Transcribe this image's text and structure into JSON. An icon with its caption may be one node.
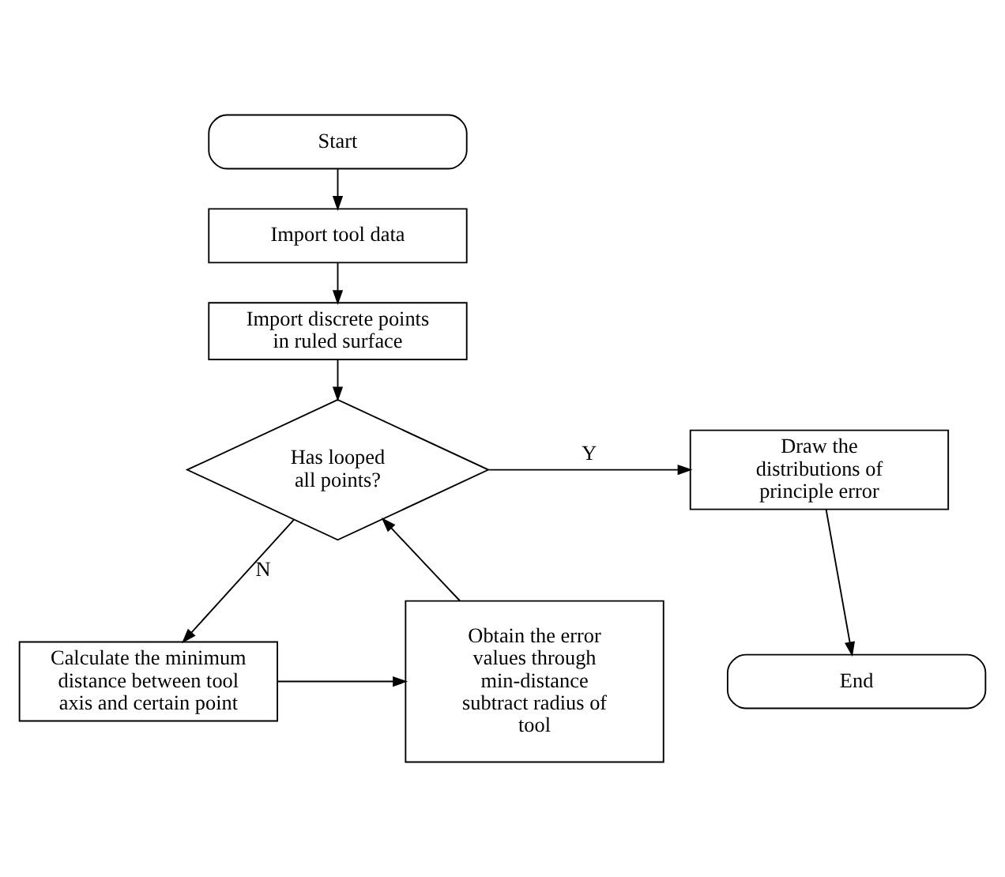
{
  "diagram": {
    "nodes": [
      {
        "text": [
          "Start"
        ]
      },
      {
        "text": [
          "Import tool data"
        ]
      },
      {
        "text": [
          "Import discrete points in ruled surface"
        ]
      },
      {
        "text": [
          "Has looped all points?"
        ]
      },
      {
        "text": [
          "Draw the distributions of principle error"
        ]
      },
      {
        "text": [
          "End"
        ]
      },
      {
        "text": [
          "Calculate the minimum distance between tool axis and certain point"
        ]
      },
      {
        "text": [
          "Obtain the error values through min-distance subtract radius of tool"
        ]
      }
    ],
    "edges": [
      {
        "from": 0,
        "to": 1,
        "arrow": "to"
      },
      {
        "from": 1,
        "to": 2,
        "arrow": "to"
      },
      {
        "from": 2,
        "to": 3,
        "arrow": "to"
      },
      {
        "from": 3,
        "to": 4,
        "arrow": "to",
        "label": "Y"
      },
      {
        "from": 4,
        "to": 5,
        "arrow": "to"
      },
      {
        "from": 3,
        "to": 6,
        "arrow": "to",
        "label": "N"
      },
      {
        "from": 6,
        "to": 7,
        "arrow": "to"
      },
      {
        "from": 7,
        "to": 3,
        "arrow": "to"
      }
    ]
  }
}
